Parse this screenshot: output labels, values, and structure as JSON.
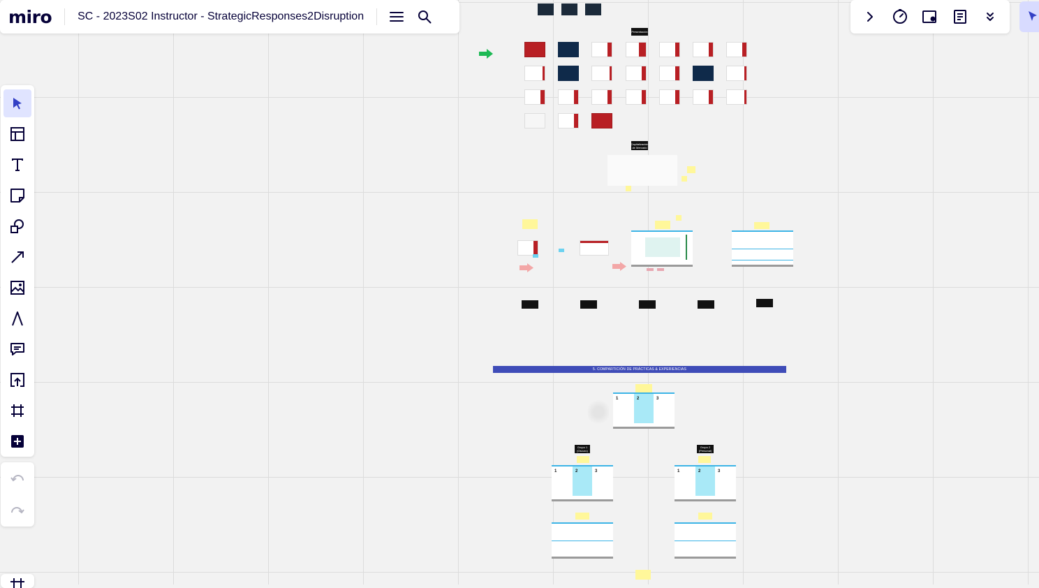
{
  "app": {
    "logo": "miro",
    "board_title": "SC - 2023S02 Instructor - StrategicResponses2Disruption"
  },
  "top_toolbar": {
    "icons": [
      "menu-icon",
      "search-icon"
    ]
  },
  "right_toolbar": {
    "icons": [
      "chevron-right-icon",
      "timer-icon",
      "present-icon",
      "notes-icon",
      "chevron-double-down-icon",
      "cursor-collaborate-icon"
    ]
  },
  "left_toolbar": {
    "tools": [
      "select-icon",
      "templates-icon",
      "text-icon",
      "sticky-note-icon",
      "shapes-icon",
      "line-icon",
      "image-icon",
      "pen-icon",
      "comment-icon",
      "upload-icon",
      "frame-icon",
      "add-icon"
    ],
    "history": [
      "undo-icon",
      "redo-icon"
    ]
  },
  "canvas": {
    "labels": {
      "presentacion": "Presentación",
      "capitalizacion": "Capitalización de Mercado",
      "banner": "5. COMPARTICIÓN DE PRÁCTICAS & EXPERIENCIAS",
      "grupo1": "Grupo 1 (Oscuro)",
      "grupo2": "Grupo 2 (Personal)"
    },
    "numbers": [
      "1",
      "2",
      "3"
    ]
  },
  "colors": {
    "accent": "#4262ff",
    "slide_red": "#b81f24",
    "banner": "#3f4cb8",
    "sticky": "#fff79a",
    "cyan": "#a9e9f7"
  }
}
